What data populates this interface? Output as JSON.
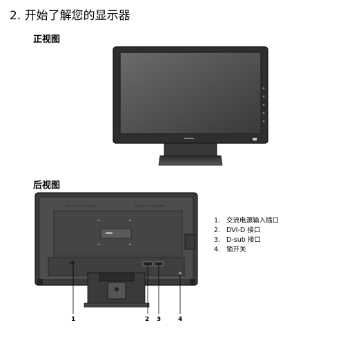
{
  "page": {
    "heading": "2. 开始了解您的显示器",
    "front_view_label": "正视图",
    "back_view_label": "后视图"
  },
  "legend": {
    "items": [
      {
        "number": "1.",
        "text": "交流电源输入插口"
      },
      {
        "number": "2.",
        "text": "DVI-D 接口"
      },
      {
        "number": "3.",
        "text": "D-sub 接口"
      },
      {
        "number": "4.",
        "text": "锁开关"
      }
    ]
  },
  "callouts": [
    "1",
    "2",
    "3",
    "4"
  ]
}
